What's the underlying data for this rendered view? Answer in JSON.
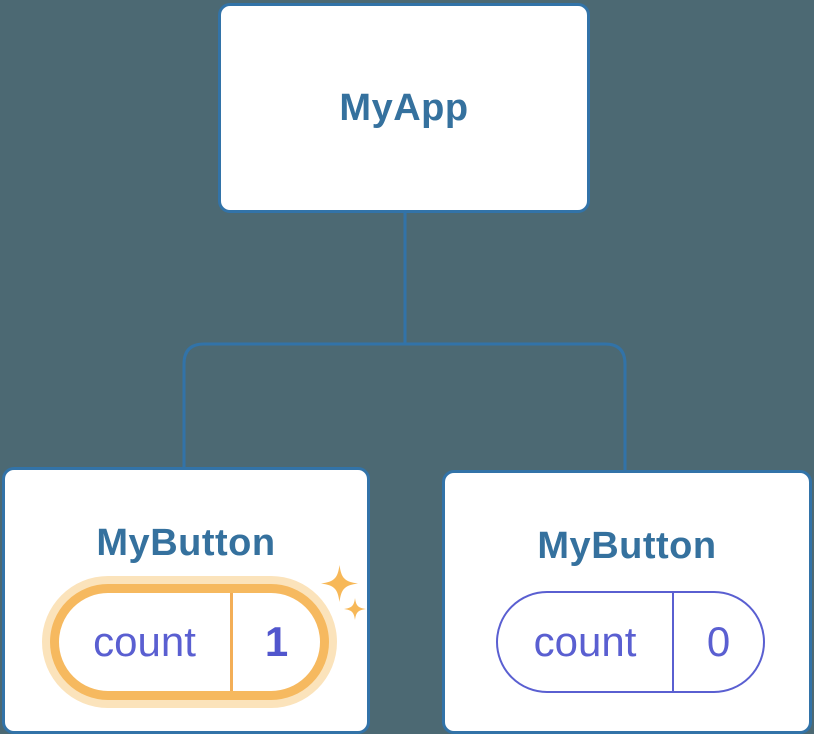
{
  "tree": {
    "root": {
      "label": "MyApp"
    },
    "children": [
      {
        "label": "MyButton",
        "state_key": "count",
        "state_value": "1",
        "highlighted": true
      },
      {
        "label": "MyButton",
        "state_key": "count",
        "state_value": "0",
        "highlighted": false
      }
    ]
  },
  "colors": {
    "background": "#4c6973",
    "card-bg": "#ffffff",
    "node-border": "#3273a8",
    "node-text": "#35719e",
    "line": "#3273a8",
    "purple": "#5a5fd1",
    "purple-bold": "#5156cd",
    "orange": "#f6b95f",
    "orange-halo": "#fbe3bb",
    "orange-divider": "#f3ae57",
    "sparkle": "#f7b858"
  }
}
